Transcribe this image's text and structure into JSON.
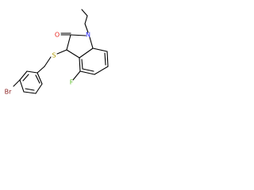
{
  "molecule": {
    "atoms": {
      "oxygen": "O",
      "nitrogen": "N",
      "sulfur": "S",
      "fluorine": "F",
      "bromine": "Br"
    },
    "colors": {
      "bond": "#000000",
      "oxygen": "#e8231c",
      "nitrogen": "#2727ff",
      "sulfur": "#b09a00",
      "fluorine": "#5fbf2a",
      "bromine": "#8b2020"
    }
  }
}
